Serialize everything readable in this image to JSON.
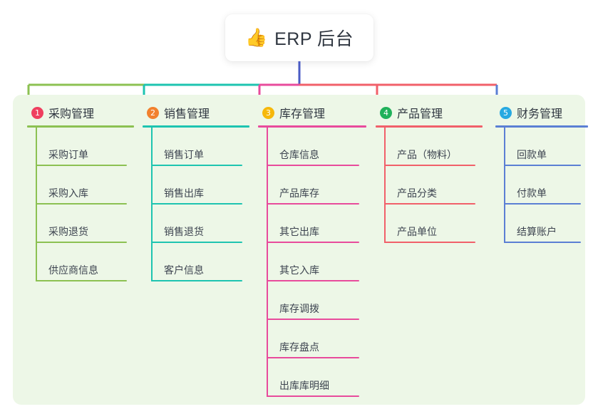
{
  "diagram": {
    "type": "mind-map",
    "title": "ERP 后台",
    "canvas_background": "#ffffff",
    "panel_background": "#edf7e7"
  },
  "root": {
    "emoji": "👍",
    "emoji_name": "thumbs-up-icon",
    "label": "ERP 后台",
    "box_background": "#ffffff"
  },
  "trunk": {
    "color": "#4a5bc4"
  },
  "branches": [
    {
      "index": "1",
      "title": "采购管理",
      "color": "#8cc152",
      "badge_color": "#ef3f5f",
      "items": [
        {
          "label": "采购订单"
        },
        {
          "label": "采购入库"
        },
        {
          "label": "采购退货"
        },
        {
          "label": "供应商信息"
        }
      ]
    },
    {
      "index": "2",
      "title": "销售管理",
      "color": "#1ec4b0",
      "badge_color": "#f2812e",
      "items": [
        {
          "label": "销售订单"
        },
        {
          "label": "销售出库"
        },
        {
          "label": "销售退货"
        },
        {
          "label": "客户信息"
        }
      ]
    },
    {
      "index": "3",
      "title": "库存管理",
      "color": "#e84b9c",
      "badge_color": "#f6b80b",
      "items": [
        {
          "label": "仓库信息"
        },
        {
          "label": "产品库存"
        },
        {
          "label": "其它出库"
        },
        {
          "label": "其它入库"
        },
        {
          "label": "库存调拨"
        },
        {
          "label": "库存盘点"
        },
        {
          "label": "出库库明细"
        }
      ]
    },
    {
      "index": "4",
      "title": "产品管理",
      "color": "#f1606a",
      "badge_color": "#20b15a",
      "items": [
        {
          "label": "产品（物料）"
        },
        {
          "label": "产品分类"
        },
        {
          "label": "产品单位"
        }
      ]
    },
    {
      "index": "5",
      "title": "财务管理",
      "color": "#5b7fd4",
      "badge_color": "#27a9e1",
      "items": [
        {
          "label": "回款单"
        },
        {
          "label": "付款单"
        },
        {
          "label": "结算账户"
        }
      ]
    }
  ]
}
